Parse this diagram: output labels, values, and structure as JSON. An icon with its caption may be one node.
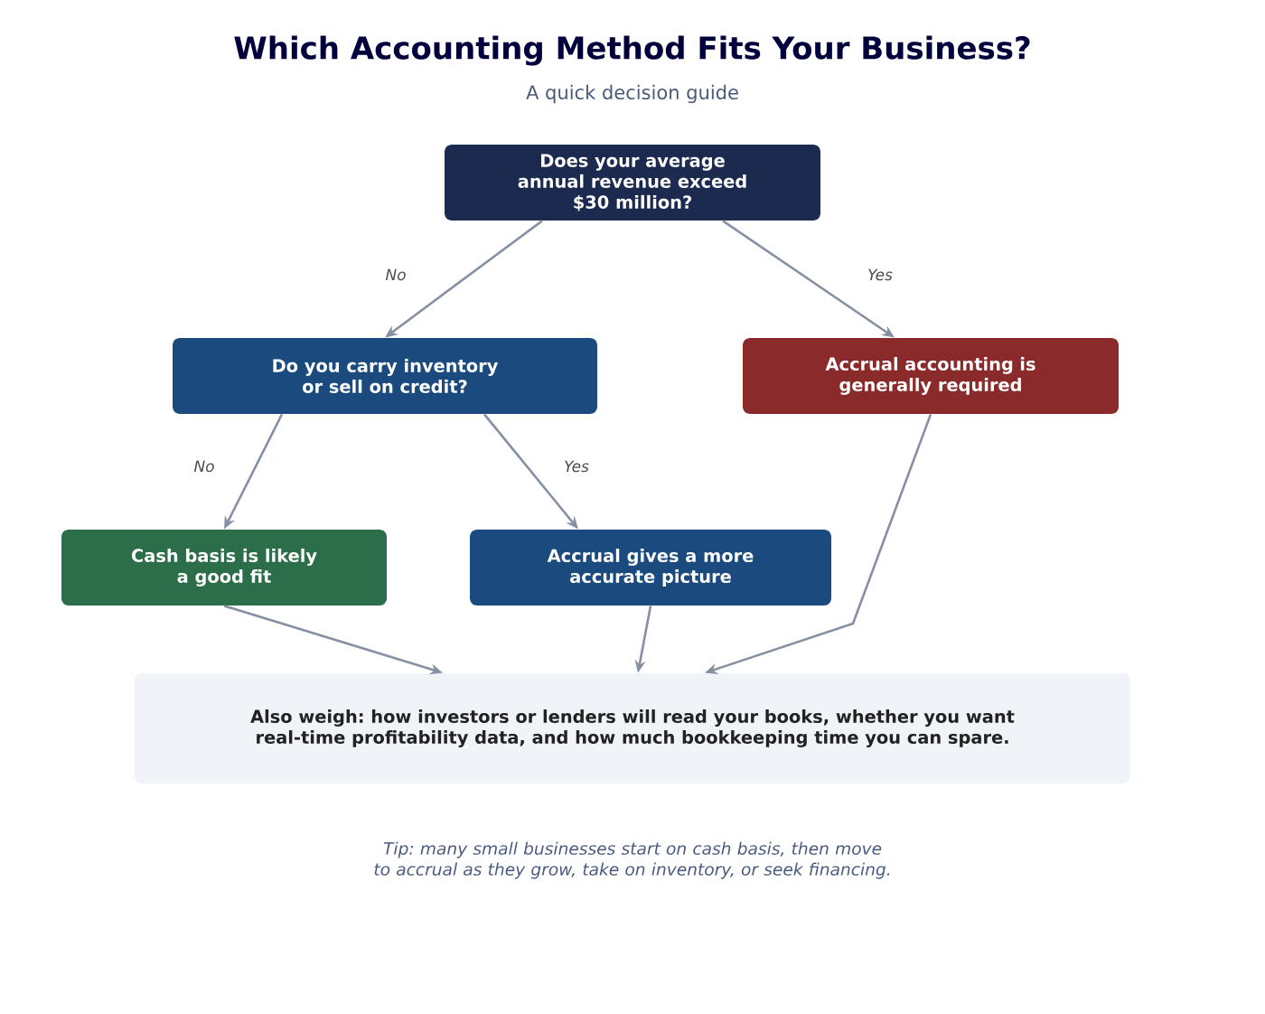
{
  "diagram": {
    "title": "Which Accounting Method Fits Your Business?",
    "nodes": [
      {
        "text": [
          "Does your average annual revenue exceed $30 million?"
        ]
      },
      {
        "text": [
          "Do you carry inventory or sell on credit?"
        ]
      },
      {
        "text": [
          "Accrual accounting is generally required"
        ]
      },
      {
        "text": [
          "Cash basis is likely a good fit"
        ]
      },
      {
        "text": [
          "Accrual gives a more accurate picture"
        ]
      },
      {
        "text": [
          "Also weigh: how investors or lenders will read your books, whether you want real-time profitability data, and how much bookkeeping time you can spare."
        ]
      }
    ],
    "edges": [
      {
        "from": 0,
        "to": 1,
        "arrow": "to",
        "label": "No"
      },
      {
        "from": 0,
        "to": 2,
        "arrow": "to",
        "label": "Yes"
      },
      {
        "from": 1,
        "to": 3,
        "arrow": "to",
        "label": "No"
      },
      {
        "from": 1,
        "to": 4,
        "arrow": "to",
        "label": "Yes"
      },
      {
        "from": 3,
        "to": 5,
        "arrow": "to"
      },
      {
        "from": 4,
        "to": 5,
        "arrow": "to"
      },
      {
        "from": 2,
        "to": 5,
        "arrow": "to"
      }
    ],
    "labels": [
      "A quick decision guide",
      "Tip: many small businesses start on cash basis, then move to accrual as they grow, take on inventory, or seek financing."
    ]
  }
}
